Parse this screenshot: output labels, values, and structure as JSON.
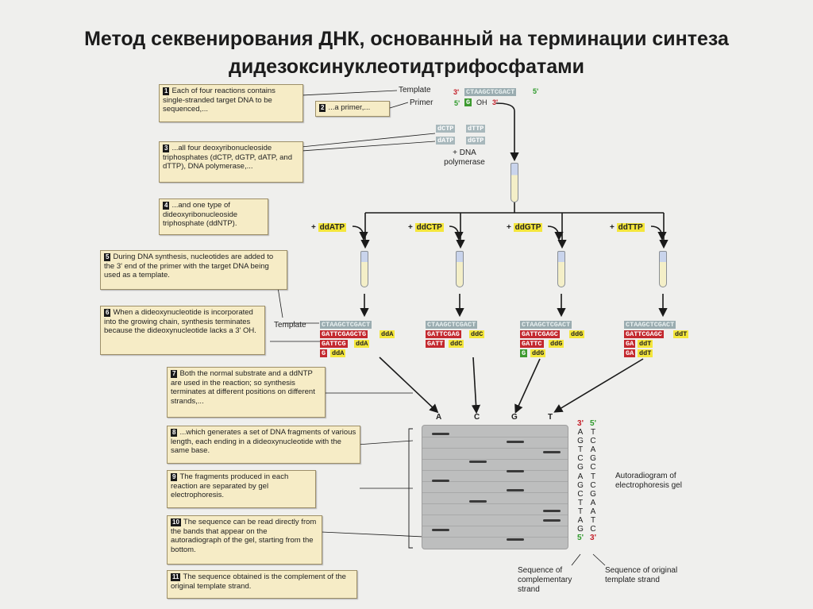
{
  "title": {
    "line1": "Метод секвенирования ДНК, основанный на терминации синтеза",
    "line2": "дидезоксинуклеотидтрифосфатами"
  },
  "steps": [
    {
      "num": "1",
      "text": "Each of four reactions contains single-stranded target DNA to be sequenced,..."
    },
    {
      "num": "2",
      "text": "...a primer,..."
    },
    {
      "num": "3",
      "text": "...all four deoxyribonucleoside triphosphates (dCTP, dGTP, dATP, and dTTP), DNA polymerase,..."
    },
    {
      "num": "4",
      "text": "...and one type of dideoxyribonucleoside triphosphate (ddNTP)."
    },
    {
      "num": "5",
      "text": "During DNA synthesis, nucleotides are added to the 3' end of the primer with the target DNA being used as a template."
    },
    {
      "num": "6",
      "text": "When a dideoxynucleotide is incorporated into the growing chain, synthesis terminates because the dideoxynucleotide lacks a 3' OH."
    },
    {
      "num": "7",
      "text": "Both the normal substrate and a ddNTP are used in the reaction; so synthesis terminates at different positions on different strands,..."
    },
    {
      "num": "8",
      "text": "...which generates a set of DNA fragments of various length, each ending in a dideoxynucleotide with the same base."
    },
    {
      "num": "9",
      "text": "The fragments produced in each reaction are separated by gel electrophoresis."
    },
    {
      "num": "10",
      "text": "The sequence can be read directly from the bands that appear on the autoradiograph of the gel, starting from the bottom."
    },
    {
      "num": "11",
      "text": "The sequence obtained is the complement of the original template strand."
    }
  ],
  "labels": {
    "template": "Template",
    "primer": "Primer",
    "template2": "Template",
    "three_prime": "3'",
    "five_prime": "5'",
    "oh": "OH",
    "plus_dna_polymerase": "+ DNA polymerase",
    "template_seq": "CTAAGCTCGACT",
    "primer_seq": "G",
    "dctp": "dCTP",
    "dttp": "dTTP",
    "datp": "dATP",
    "dgtp": "dGTP"
  },
  "reactions": [
    {
      "dd": "ddATP",
      "plus": "+",
      "lines": [
        [
          "GATTCGAGCTG",
          "ddA"
        ],
        [
          "GATTCG",
          "ddA"
        ],
        [
          "G",
          "ddA"
        ]
      ]
    },
    {
      "dd": "ddCTP",
      "plus": "+",
      "lines": [
        [
          "GATTCGAG",
          "ddC"
        ],
        [
          "GATT",
          "ddC"
        ]
      ]
    },
    {
      "dd": "ddGTP",
      "plus": "+",
      "lines": [
        [
          "GATTCGAGC",
          "ddG"
        ],
        [
          "GATTC",
          "ddG"
        ],
        [
          "",
          "ddG"
        ]
      ]
    },
    {
      "dd": "ddTTP",
      "plus": "+",
      "lines": [
        [
          "GATTCGAGC",
          "ddT"
        ],
        [
          "GA",
          "ddT"
        ],
        [
          "GA",
          "ddT"
        ]
      ]
    }
  ],
  "gel": {
    "lanes": [
      "A",
      "C",
      "G",
      "T"
    ],
    "caption": "Autoradiogram of electrophoresis gel",
    "complementary_strand": [
      "3'",
      "A",
      "G",
      "T",
      "C",
      "G",
      "A",
      "G",
      "C",
      "T",
      "T",
      "A",
      "G",
      "5'"
    ],
    "original_strand": [
      "5'",
      "T",
      "C",
      "A",
      "G",
      "C",
      "T",
      "C",
      "G",
      "A",
      "A",
      "T",
      "C",
      "3'"
    ],
    "caption_complementary": "Sequence of complementary strand",
    "caption_original": "Sequence of original template strand"
  },
  "colors": {
    "box_fill": "#f6ecc6",
    "template_strand": "#9aacb0",
    "primer": "#3c9a2f",
    "new_strand": "#c3282e",
    "dideoxy": "#f4e63b"
  }
}
